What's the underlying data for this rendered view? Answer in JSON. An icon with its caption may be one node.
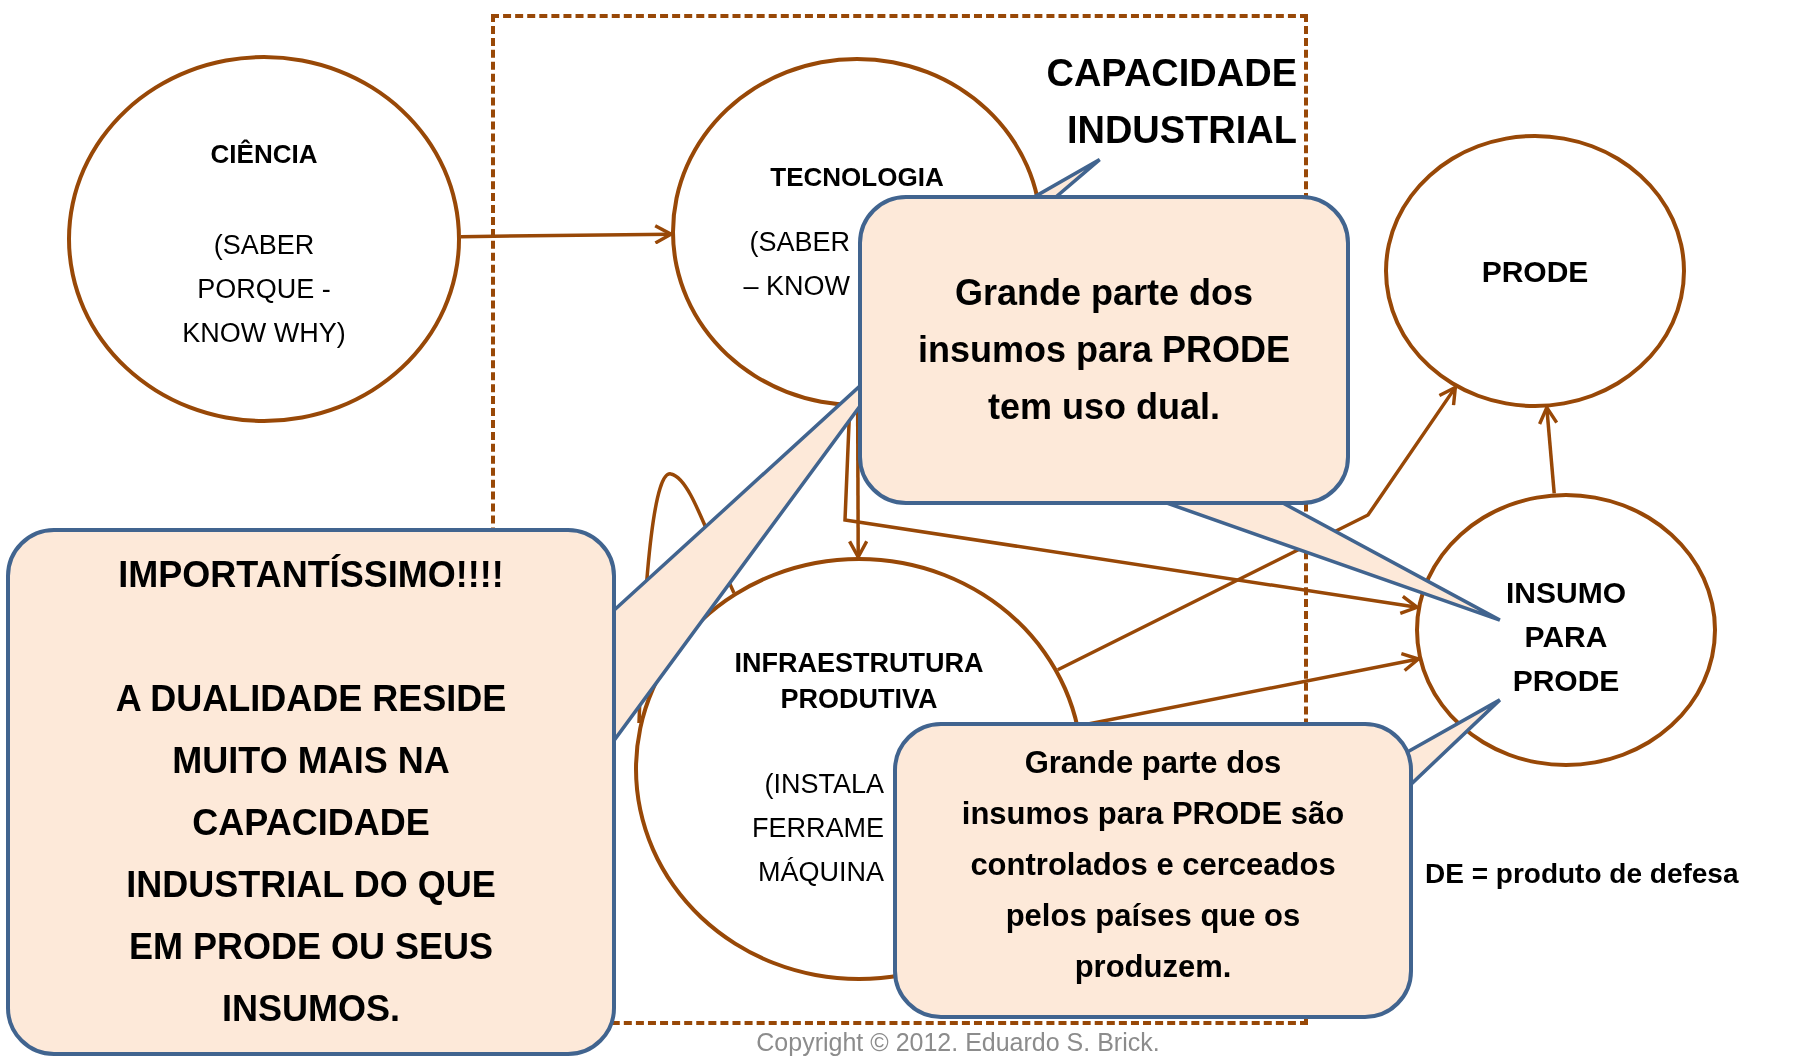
{
  "diagram": {
    "nodes": [
      {
        "text": [
          "CIÊNCIA",
          "(SABER PORQUE - KNOW WHY)"
        ]
      },
      {
        "text": [
          "CAPACIDADE INDUSTRIAL"
        ]
      },
      {
        "text": [
          "TECNOLOGIA",
          "(SABER – KNOW"
        ],
        "in": 1
      },
      {
        "text": [
          "PRODE"
        ]
      },
      {
        "text": [
          "Grande parte dos insumos para PRODE tem uso dual."
        ]
      },
      {
        "text": [
          "IMPORTANTÍSSIMO!!!!",
          "A DUALIDADE RESIDE MUITO MAIS NA CAPACIDADE INDUSTRIAL DO QUE EM PRODE OU SEUS INSUMOS."
        ]
      },
      {
        "text": [
          "INFRAESTRUTURA PRODUTIVA",
          "(INSTALA FERRAME MÁQUINA"
        ],
        "in": 1
      },
      {
        "text": [
          "INSUMO PARA PRODE"
        ]
      },
      {
        "text": [
          "Grande parte dos insumos para PRODE são controlados e cerceados pelos países que os produzem."
        ]
      }
    ],
    "edges": [
      {
        "from": 0,
        "to": 2,
        "arrow": "to"
      },
      {
        "from": 2,
        "to": 6,
        "arrow": "to"
      },
      {
        "from": 6,
        "to": 3,
        "arrow": "to"
      },
      {
        "from": 2,
        "to": 7,
        "arrow": "to"
      },
      {
        "from": 6,
        "to": 7,
        "arrow": "to"
      },
      {
        "from": 7,
        "to": 3,
        "arrow": "to"
      },
      {
        "from": 6,
        "to": 6,
        "arrow": "none"
      },
      {
        "from": 4,
        "to": 1,
        "arrow": "none",
        "color": "#41648f"
      },
      {
        "from": 4,
        "to": 7,
        "arrow": "none",
        "color": "#41648f"
      },
      {
        "from": 5,
        "to": 1,
        "arrow": "none",
        "color": "#41648f"
      },
      {
        "from": 8,
        "to": 7,
        "arrow": "none",
        "color": "#41648f"
      }
    ],
    "labels": [
      "DE = produto de defesa",
      "Copyright © 2012. Eduardo S. Brick."
    ]
  }
}
